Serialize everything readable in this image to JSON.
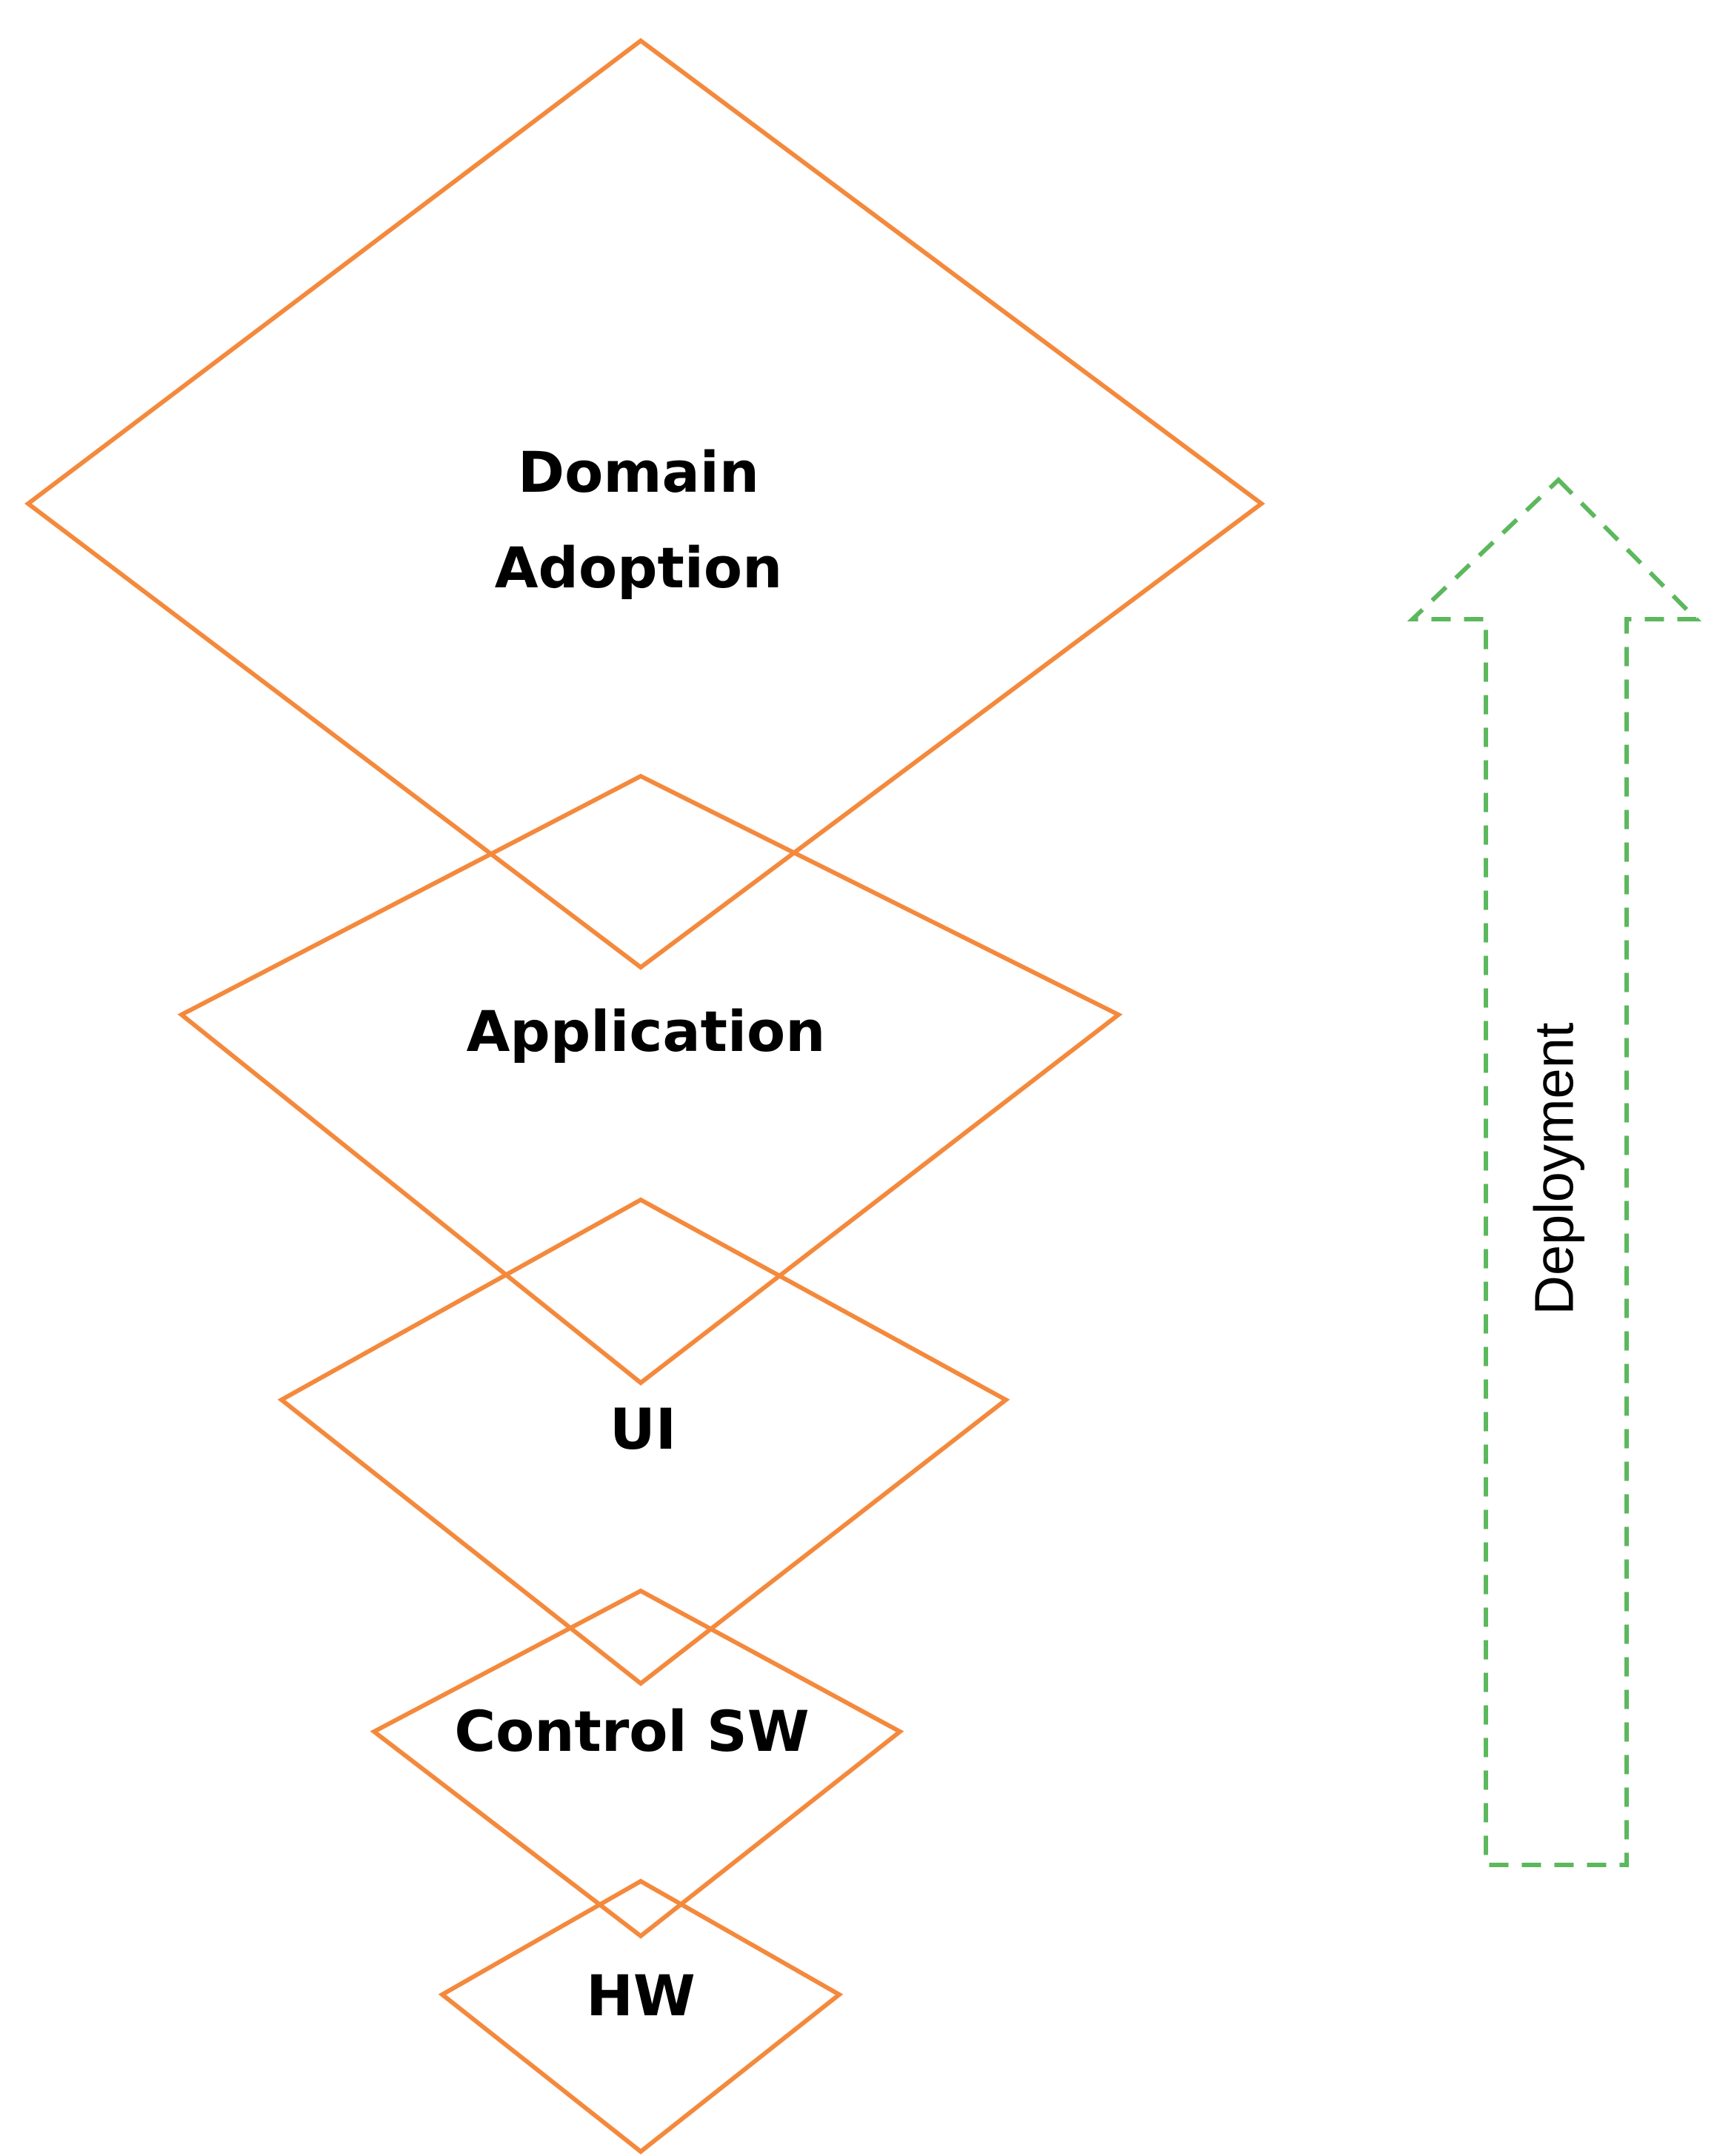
{
  "layers": [
    {
      "id": "hw",
      "label": "HW"
    },
    {
      "id": "control-sw",
      "label": "Control SW"
    },
    {
      "id": "ui",
      "label": "UI"
    },
    {
      "id": "application",
      "label": "Application"
    },
    {
      "id": "domain-adoption",
      "label_lines": [
        "Domain",
        "Adoption"
      ]
    }
  ],
  "arrow": {
    "label": "Deployment",
    "direction": "up"
  },
  "colors": {
    "layer_stroke": "#f4893c",
    "arrow_stroke": "#5cb85c",
    "text": "#000000",
    "background": "#ffffff"
  }
}
